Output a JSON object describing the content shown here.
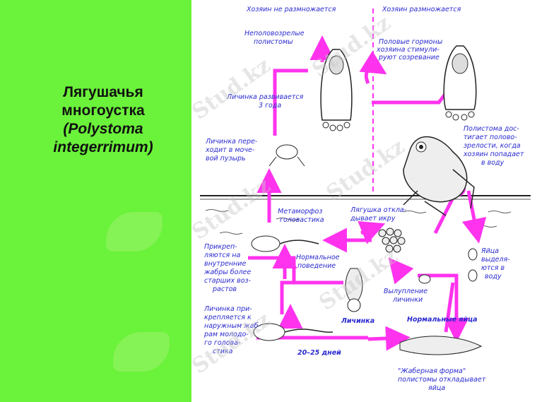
{
  "title": {
    "line1": "Лягушачья",
    "line2": "многоустка",
    "line3": "(Polystoma",
    "line4": "integerrimum)"
  },
  "diagram": {
    "header_left": "Хозяин не размножается",
    "header_right": "Хозяин размножается",
    "labels": {
      "immature_1": "Неполовозрелые",
      "immature_2": "полистомы",
      "hormones_1": "Половые гормоны",
      "hormones_2": "хозяина стимули-",
      "hormones_3": "руют созревание",
      "develops_1": "Личинка развивается",
      "develops_2": "3 года",
      "enters_1": "Личинка пере-",
      "enters_2": "ходит в моче-",
      "enters_3": "вой пузырь",
      "mature_1": "Полистома дос-",
      "mature_2": "тигает полово-",
      "mature_3": "зрелости, когда",
      "mature_4": "хозяин попадает",
      "mature_5": "в воду",
      "metamorph_1": "Метаморфоз",
      "metamorph_2": "головастика",
      "spawn_1": "Лягушка откла-",
      "spawn_2": "дывает икру",
      "attach_int_1": "Прикреп-",
      "attach_int_2": "ляются на",
      "attach_int_3": "внутренние",
      "attach_int_4": "жабры более",
      "attach_int_5": "старших воз-",
      "attach_int_6": "растов",
      "normal_beh_1": "Нормальное",
      "normal_beh_2": "поведение",
      "eggs_out_1": "Яйца",
      "eggs_out_2": "выделя-",
      "eggs_out_3": "ются в",
      "eggs_out_4": "воду",
      "hatch_1": "Вылупление",
      "hatch_2": "личинки",
      "larva": "Личинка",
      "normal_eggs": "Нормальные яйца",
      "attach_ext_1": "Личинка при-",
      "attach_ext_2": "крепляется к",
      "attach_ext_3": "наружным жаб-",
      "attach_ext_4": "рам молодо-",
      "attach_ext_5": "го голова-",
      "attach_ext_6": "стика",
      "days": "20–25 дней",
      "gill_form_1": "\"Жаберная форма\"",
      "gill_form_2": "полистомы откладывает",
      "gill_form_3": "яйца"
    },
    "watermark": "Stud.kz"
  },
  "colors": {
    "background": "#6bf23a",
    "arrow": "#ff33ee",
    "label_text": "#2a2ad0"
  }
}
